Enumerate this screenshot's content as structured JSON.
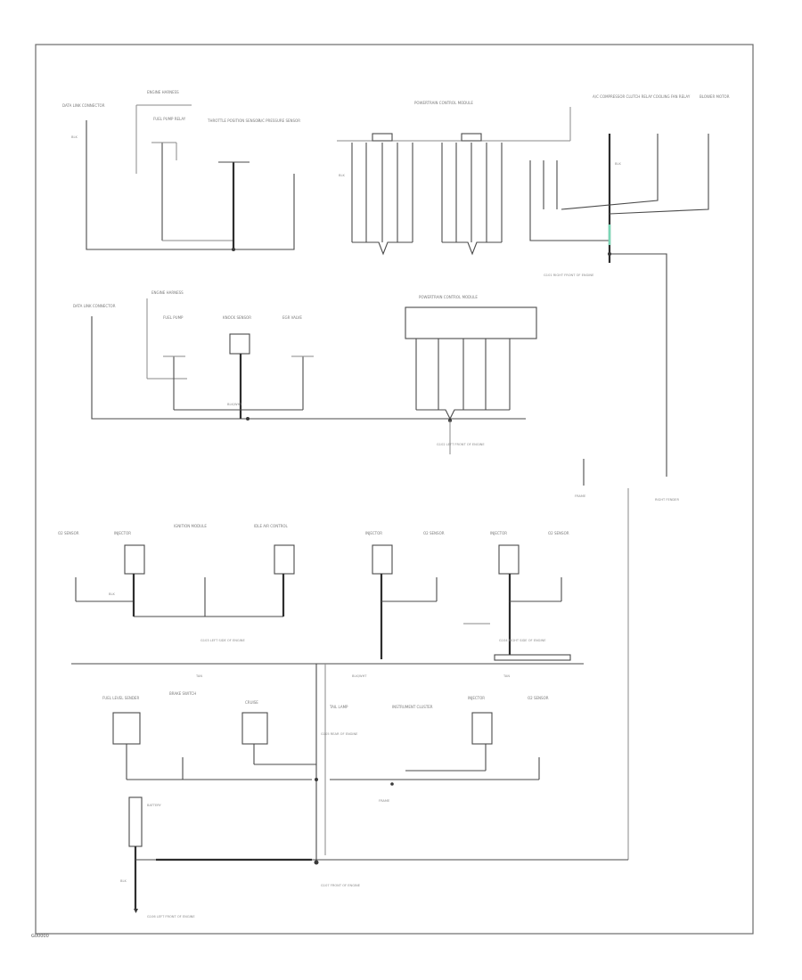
{
  "diagram": {
    "labels": {
      "top_left_1": "DATA LINK CONNECTOR",
      "top_left_2": "ENGINE HARNESS",
      "top_left_3": "FUEL PUMP RELAY",
      "top_left_4": "THROTTLE POSITION SENSOR",
      "top_left_5": "A/C PRESSURE SENSOR",
      "top_center": "POWERTRAIN CONTROL MODULE",
      "top_right_1": "A/C COMPRESSOR CLUTCH RELAY",
      "top_right_2": "COOLING FAN RELAY",
      "top_right_3": "BLOWER MOTOR",
      "ground_1": "G101 RIGHT FRONT OF ENGINE",
      "mid_left_1": "DATA LINK CONNECTOR",
      "mid_left_2": "ENGINE HARNESS",
      "mid_left_3": "FUEL PUMP",
      "mid_left_4": "KNOCK SENSOR",
      "mid_left_5": "EGR VALVE",
      "mid_center": "POWERTRAIN CONTROL MODULE",
      "ground_2": "G102 LEFT FRONT OF ENGINE",
      "mid_right_1": "FRAME",
      "mid_right_2": "RIGHT FENDER",
      "row3_1": "O2 SENSOR",
      "row3_2": "INJECTOR",
      "row3_3": "IGNITION MODULE",
      "row3_4": "IDLE AIR CONTROL",
      "row3_5": "INJECTOR",
      "row3_6": "O2 SENSOR",
      "row3_7": "INJECTOR",
      "row3_8": "O2 SENSOR",
      "ground_3": "G103 LEFT SIDE OF ENGINE",
      "ground_4": "G104 RIGHT SIDE OF ENGINE",
      "bot_1": "FUEL LEVEL SENDER",
      "bot_2": "BRAKE SWITCH",
      "bot_3": "CRUISE",
      "bot_4": "TAIL LAMP",
      "bot_5": "INSTRUMENT CLUSTER",
      "bot_6": "INJECTOR",
      "bot_7": "O2 SENSOR",
      "ground_5": "G105 REAR OF ENGINE",
      "ground_6": "FRAME",
      "battery": "BATTERY",
      "ground_7": "G106 LEFT FRONT OF ENGINE",
      "ground_8": "G107 FRONT OF ENGINE",
      "wire_blk": "BLK",
      "wire_blk_wht": "BLK/WHT",
      "wire_tan": "TAN"
    },
    "footer_code": "G00000"
  }
}
